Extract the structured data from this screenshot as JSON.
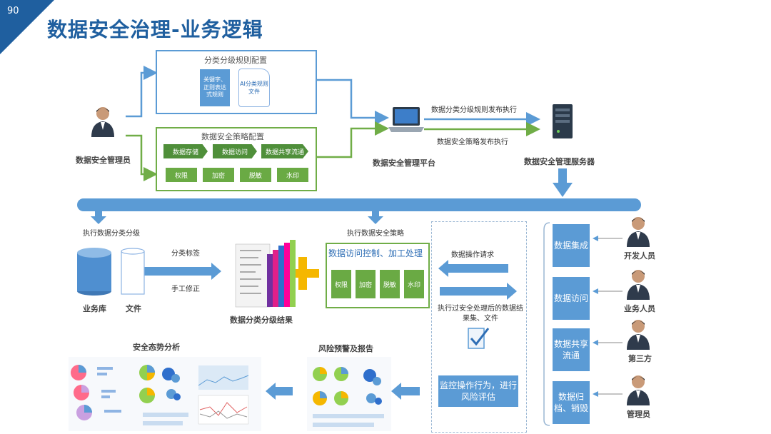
{
  "page": {
    "number": "90",
    "title": "数据安全治理-业务逻辑"
  },
  "top": {
    "admin_label": "数据安全管理员",
    "rules_box": {
      "title": "分类分级规则配置",
      "doc1": "关键字、正则表达式规则",
      "doc2": "AI分类规则文件"
    },
    "policy_box": {
      "title": "数据安全策略配置",
      "stages": [
        "数据存储",
        "数据访问",
        "数据共享流通"
      ],
      "controls": [
        "权限",
        "加密",
        "脱敏",
        "水印"
      ]
    },
    "platform_label": "数据安全管理平台",
    "server_label": "数据安全管理服务器",
    "flow_rules": "数据分类分级规则发布执行",
    "flow_policy": "数据安全策略发布执行"
  },
  "middle": {
    "exec_classify": "执行数据分类分级",
    "exec_policy": "执行数据安全策略",
    "biz_db": "业务库",
    "file": "文件",
    "tag_label": "分类标签",
    "manual_label": "手工修正",
    "result_label": "数据分类分级结果",
    "access_box": {
      "title": "数据访问控制、加工处理",
      "controls": [
        "权限",
        "加密",
        "脱敏",
        "水印"
      ]
    },
    "request_label": "数据操作请求",
    "result_flow_label": "执行过安全处理后的数据结果集、文件",
    "monitor_label": "监控操作行为，进行风险评估",
    "right_ops": [
      "数据集成",
      "数据访问",
      "数据共享流通",
      "数据归档、销毁"
    ],
    "roles": [
      "开发人员",
      "业务人员",
      "第三方",
      "管理员"
    ]
  },
  "bottom": {
    "situation_label": "安全态势分析",
    "risk_label": "风险预警及报告"
  },
  "colors": {
    "brand_blue": "#1f5f9f",
    "flow_blue": "#5b9bd5",
    "green": "#70ad47",
    "dark_green": "#4f8f3a",
    "plus_orange": "#f5b700"
  }
}
